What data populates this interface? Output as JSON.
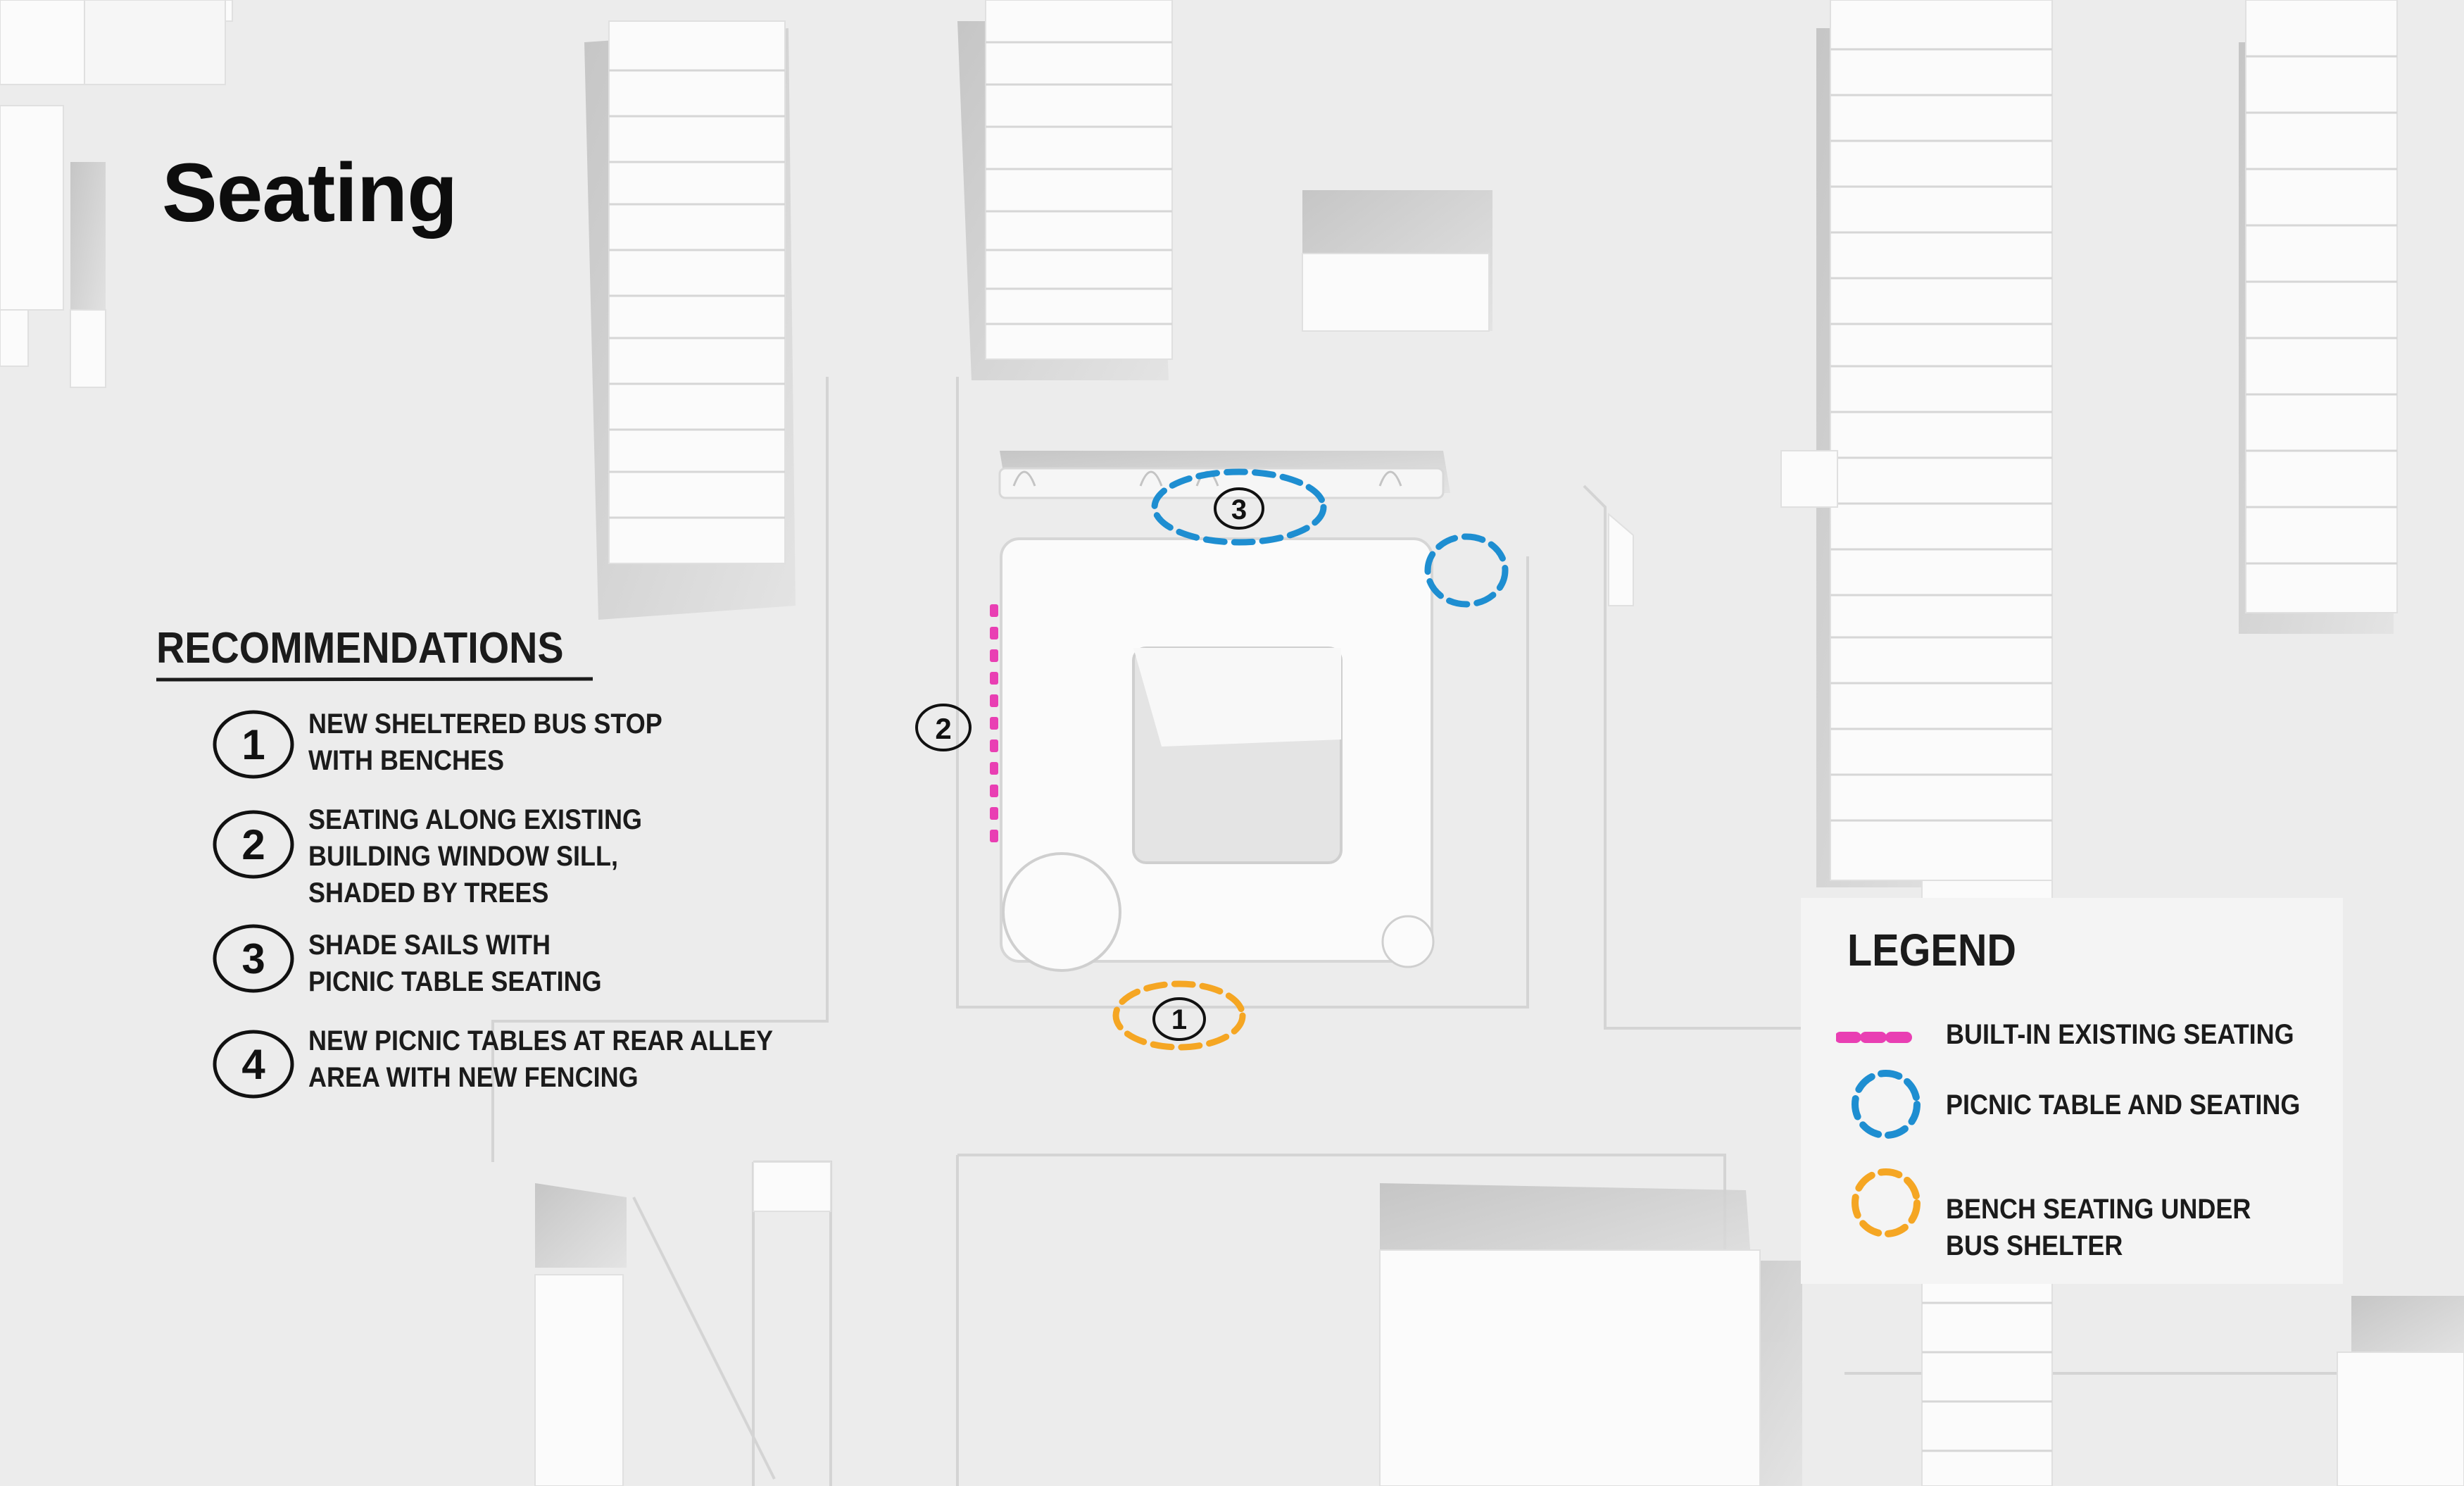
{
  "title": "Seating",
  "recommendations": {
    "heading": "RECOMMENDATIONS",
    "items": [
      {
        "number": "1",
        "lines": [
          "NEW SHELTERED BUS STOP",
          "WITH BENCHES"
        ]
      },
      {
        "number": "2",
        "lines": [
          "SEATING ALONG EXISTING",
          "BUILDING WINDOW SILL,",
          "SHADED BY TREES"
        ]
      },
      {
        "number": "3",
        "lines": [
          "SHADE SAILS WITH",
          "PICNIC TABLE SEATING"
        ]
      },
      {
        "number": "4",
        "lines": [
          "NEW PICNIC TABLES AT REAR ALLEY",
          "AREA WITH NEW FENCING"
        ]
      }
    ]
  },
  "map_markers": {
    "bus_stop": "1",
    "window_sill": "2",
    "shade_sails": "3"
  },
  "legend": {
    "title": "LEGEND",
    "items": [
      {
        "label_lines": [
          "BUILT-IN EXISTING SEATING"
        ],
        "color": "#e93fb3",
        "symbol": "dashed-line"
      },
      {
        "label_lines": [
          "PICNIC TABLE AND SEATING"
        ],
        "color": "#1e8ed1",
        "symbol": "dashed-circle"
      },
      {
        "label_lines": [
          "BENCH SEATING UNDER",
          "BUS SHELTER"
        ],
        "color": "#f5a623",
        "symbol": "dashed-circle"
      }
    ]
  },
  "colors": {
    "background": "#ececec",
    "building": "#fbfbfb",
    "shadow": "#c9c9c9",
    "text": "#1b1b1b",
    "pink": "#e93fb3",
    "blue": "#1e8ed1",
    "orange": "#f5a623"
  }
}
